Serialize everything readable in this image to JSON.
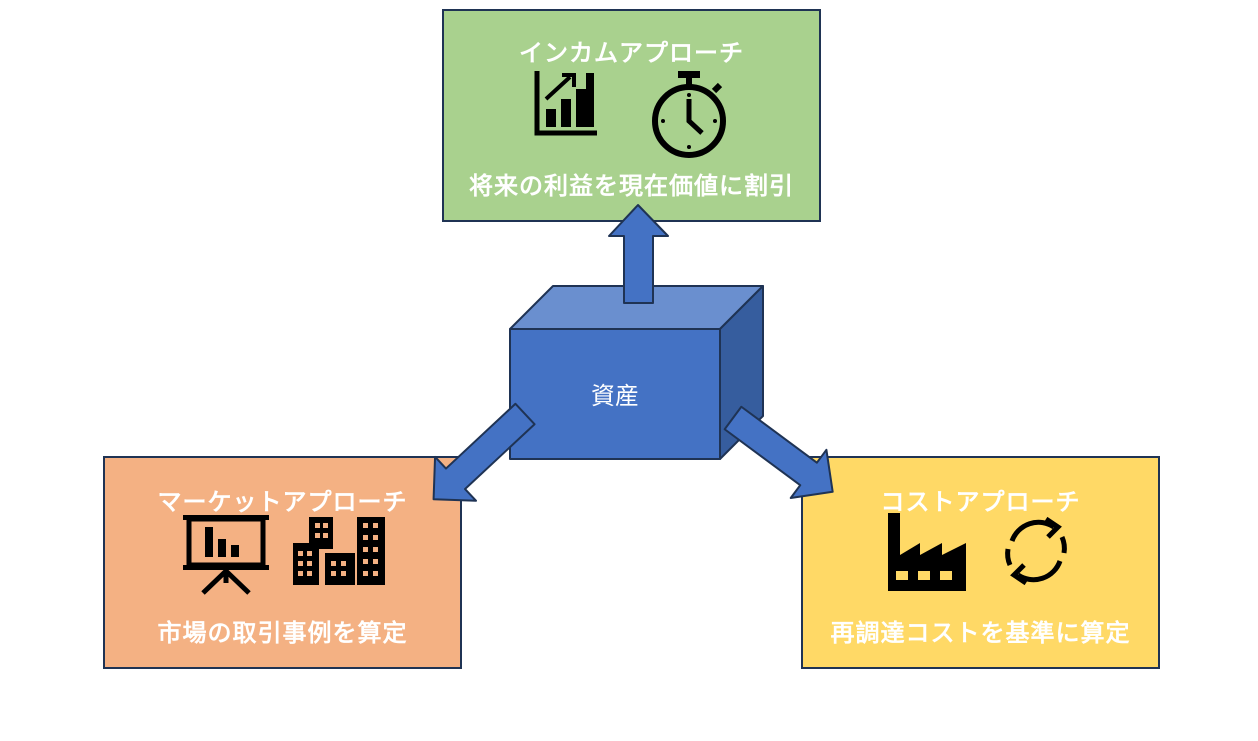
{
  "center": {
    "label": "資産"
  },
  "approaches": {
    "income": {
      "title": "インカムアプローチ",
      "description": "将来の利益を現在価値に割引",
      "color": "#a9d18e",
      "icons": [
        "bar-chart-growth-icon",
        "stopwatch-icon"
      ]
    },
    "market": {
      "title": "マーケットアプローチ",
      "description": "市場の取引事例を算定",
      "color": "#f4b183",
      "icons": [
        "presentation-board-icon",
        "buildings-icon"
      ]
    },
    "cost": {
      "title": "コストアプローチ",
      "description": "再調達コストを基準に算定",
      "color": "#ffd966",
      "icons": [
        "factory-icon",
        "refresh-cycle-icon"
      ]
    }
  },
  "colors": {
    "shape_blue": "#4472c4",
    "border": "#1f3354"
  }
}
